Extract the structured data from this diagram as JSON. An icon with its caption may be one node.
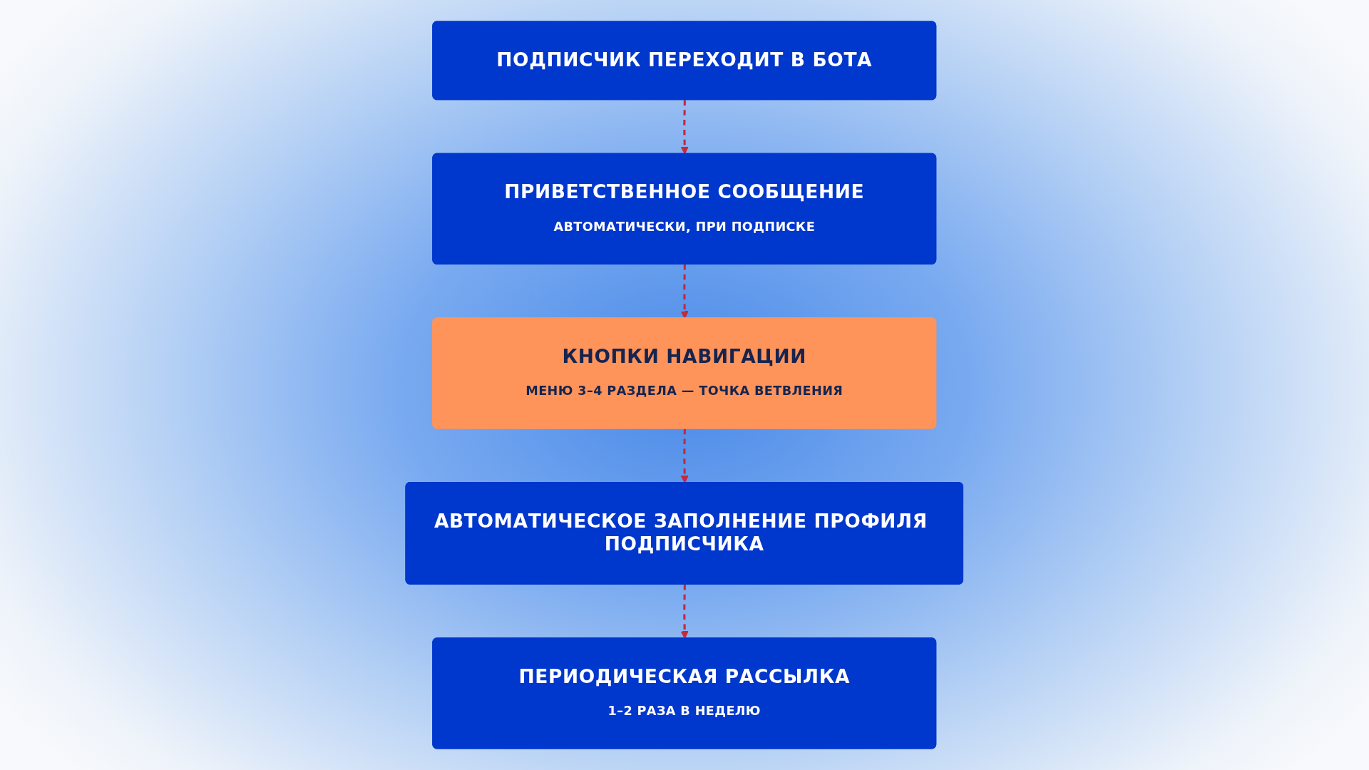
{
  "diagram": {
    "nodes": [
      {
        "text": [
          "ПОДПИСЧИК ПЕРЕХОДИТ В БОТА"
        ]
      },
      {
        "text": [
          "ПРИВЕТСТВЕННОЕ СООБЩЕНИЕ",
          "АВТОМАТИЧЕСКИ, ПРИ ПОДПИСКЕ"
        ]
      },
      {
        "text": [
          "КНОПКИ НАВИГАЦИИ",
          "МЕНЮ 3–4 РАЗДЕЛА — ТОЧКА ВЕТВЛЕНИЯ"
        ]
      },
      {
        "text": [
          "АВТОМАТИЧЕСКОЕ ЗАПОЛНЕНИЕ ПРОФИЛЯ ПОДПИСЧИКА"
        ]
      },
      {
        "text": [
          "ПЕРИОДИЧЕСКАЯ РАССЫЛКА",
          "1–2 РАЗА В НЕДЕЛЮ"
        ]
      }
    ],
    "edges": [
      {
        "from": 0,
        "to": 1,
        "arrow": "to",
        "style": "dashed"
      },
      {
        "from": 1,
        "to": 2,
        "arrow": "to",
        "style": "dashed"
      },
      {
        "from": 2,
        "to": 3,
        "arrow": "to",
        "style": "dashed"
      },
      {
        "from": 3,
        "to": 4,
        "arrow": "to",
        "style": "dashed"
      }
    ]
  }
}
